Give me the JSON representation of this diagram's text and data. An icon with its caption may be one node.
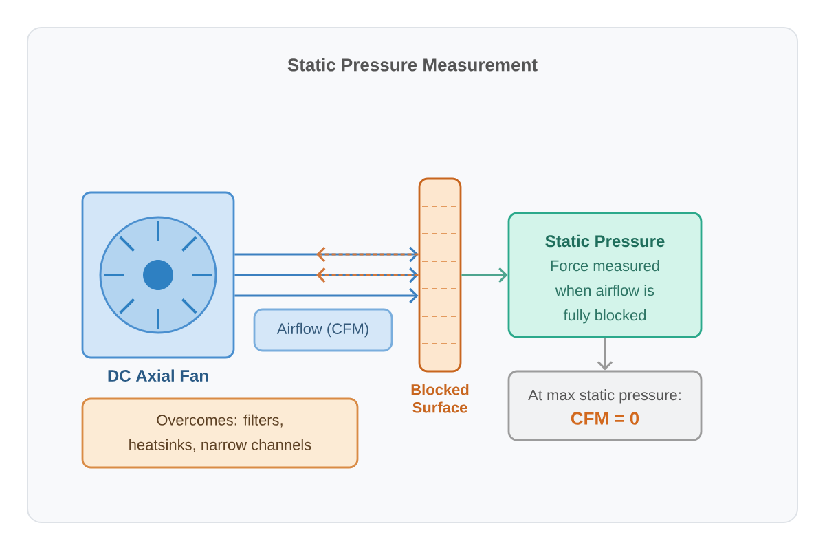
{
  "diagram": {
    "title": "Static Pressure Measurement",
    "nodes": [
      {
        "text": [
          "DC Axial Fan"
        ]
      },
      {
        "text": [
          "Airflow (CFM)"
        ]
      },
      {
        "text": [
          "Overcomes: filters, heatsinks, narrow channels"
        ]
      },
      {
        "text": [
          "Blocked Surface"
        ]
      },
      {
        "text": [
          "Static Pressure",
          "Force measured when airflow is fully blocked"
        ]
      },
      {
        "text": [
          "At max static pressure:",
          "CFM = 0"
        ]
      }
    ],
    "edges": [
      {
        "from": 0,
        "to": 3,
        "arrow": "to"
      },
      {
        "from": 0,
        "to": 3,
        "arrow": "to"
      },
      {
        "from": 0,
        "to": 3,
        "arrow": "to"
      },
      {
        "from": 3,
        "to": null,
        "arrow": "to",
        "style": "dashed",
        "color": "#d2783c"
      },
      {
        "from": 3,
        "to": null,
        "arrow": "to",
        "style": "dashed",
        "color": "#d2783c"
      },
      {
        "from": 3,
        "to": 4,
        "arrow": "to",
        "color": "#4fa58f"
      },
      {
        "from": 4,
        "to": 5,
        "arrow": "to",
        "color": "#999999"
      }
    ]
  }
}
